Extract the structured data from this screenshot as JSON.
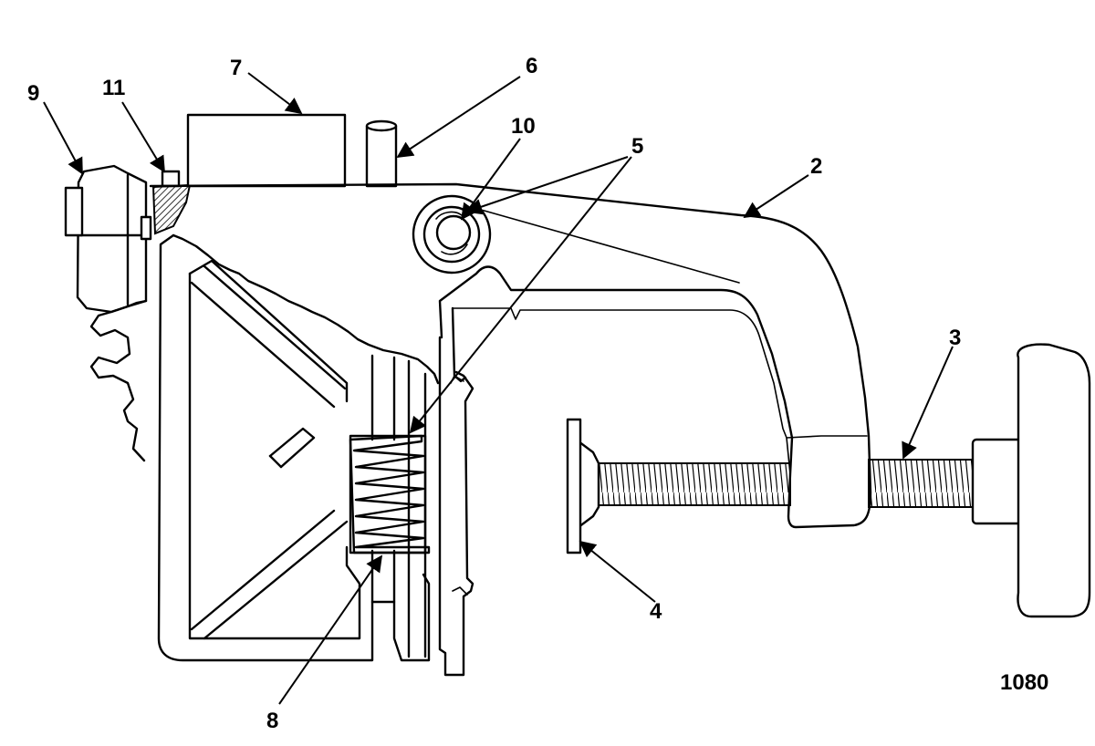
{
  "figure_number": "1080",
  "callouts": {
    "c2": "2",
    "c3": "3",
    "c4": "4",
    "c5": "5",
    "c6": "6",
    "c7": "7",
    "c8": "8",
    "c9": "9",
    "c10": "10",
    "c11": "11"
  }
}
